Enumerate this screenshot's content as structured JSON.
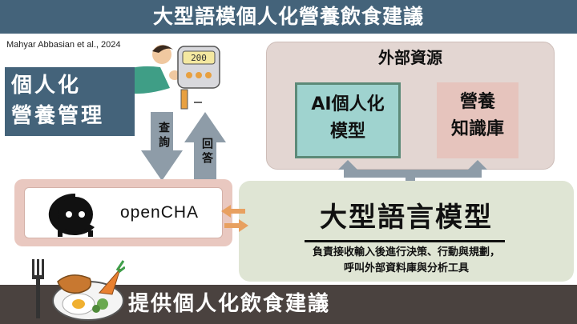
{
  "header": {
    "title": "大型語模個人化營養飲食建議"
  },
  "citation": "Mahyar Abbasian et al., 2024",
  "personal_nutrition": {
    "line1": "個人化",
    "line2": "營養管理"
  },
  "scale_display": "200",
  "arrows": {
    "query": "查詢",
    "answer": "回答"
  },
  "external": {
    "title": "外部資源",
    "ai_model_line1": "AI個人化",
    "ai_model_line2": "模型",
    "knowledge_line1": "營養",
    "knowledge_line2": "知識庫"
  },
  "opencha": {
    "label": "openCHA"
  },
  "llm": {
    "title": "大型語言模型",
    "desc_line1": "負責接收輸入後進行決策、行動與規劃，",
    "desc_line2": "呼叫外部資料庫與分析工具"
  },
  "footer": {
    "title": "提供個人化飲食建議"
  },
  "colors": {
    "banner": "#44637a",
    "footer": "#4a423f",
    "arrow": "#8e9ca8",
    "accent_arrow": "#e8a060"
  }
}
